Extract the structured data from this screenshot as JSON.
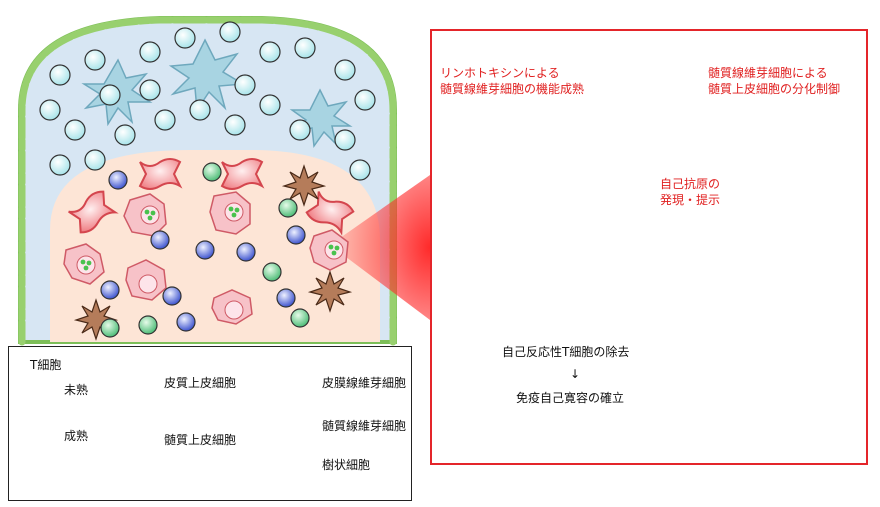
{
  "legend": {
    "t_cell": "T細胞",
    "immature": "未熟",
    "mature": "成熟",
    "cortical_epithelial": "皮質上皮細胞",
    "medullary_epithelial": "髄質上皮細胞",
    "cortical_fibroblast": "皮膜線維芽細胞",
    "medullary_fibroblast": "髄質線維芽細胞",
    "dendritic": "樹状細胞"
  },
  "detail": {
    "lymphotoxin_line1": "リンホトキシンによる",
    "lymphotoxin_line2": "髄質線維芽細胞の機能成熟",
    "control_line1": "髄質線維芽細胞による",
    "control_line2": "髄質上皮細胞の分化制御",
    "antigen_line1": "自己抗原の",
    "antigen_line2": "発現・提示",
    "elimination": "自己反応性T細胞の除去",
    "arrow_symbol": "↓",
    "tolerance": "免疫自己寛容の確立"
  },
  "colors": {
    "accent_red": "#e02020",
    "fibroblast_fill": "#f7c5c8",
    "fibroblast_stroke": "#d4464e",
    "epithelial_pink": "#f7c2c8",
    "cortical_blue": "#a8d4e2",
    "capsule_green": "#8cc865",
    "immature_cyan": "#d7f3f5",
    "mature_green": "#7ccf99",
    "blue_cell": "#5b6fd8",
    "dendritic_brown": "#b57c5a",
    "medulla_peach": "#fde5d6"
  }
}
